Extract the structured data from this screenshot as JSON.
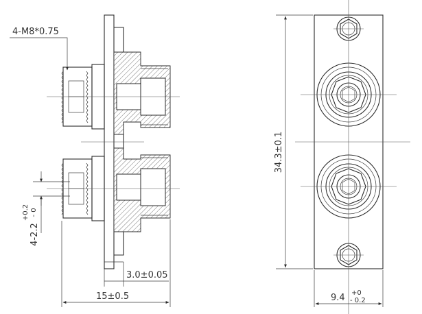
{
  "dimensions": {
    "thread_callout": "4-M8*0.75",
    "hole_tolerance_main": "4-2.2",
    "hole_tolerance_plus": "+0.2",
    "hole_tolerance_minus": "- 0",
    "flange_thickness": "3.0±0.05",
    "overall_length": "15±0.5",
    "overall_height": "34.3±0.1",
    "width_main": "9.4",
    "width_plus": "+0",
    "width_minus": "- 0.2"
  },
  "colors": {
    "line": "#2a2a2a",
    "text": "#333333",
    "background": "#ffffff"
  }
}
